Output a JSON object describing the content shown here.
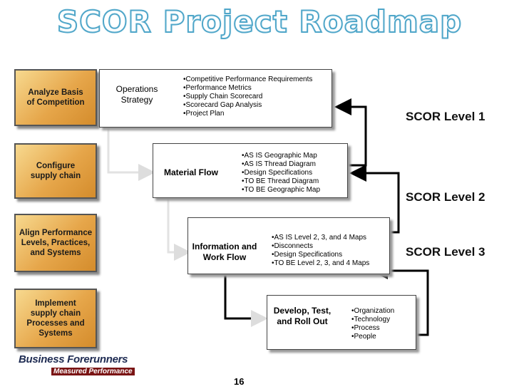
{
  "title": "SCOR Project Roadmap",
  "stages": [
    "Analyze Basis of Competition",
    "Configure supply chain",
    "Align Performance Levels, Practices, and Systems",
    "Implement supply chain Processes and Systems"
  ],
  "steps": [
    {
      "label": "Operations Strategy",
      "bullets": [
        "Competitive Performance Requirements",
        "Performance Metrics",
        "Supply Chain Scorecard",
        "Scorecard Gap Analysis",
        "Project Plan"
      ]
    },
    {
      "label": "Material Flow",
      "bullets": [
        "AS IS Geographic Map",
        "AS IS Thread Diagram",
        "Design Specifications",
        "TO BE Thread Diagram",
        "TO BE Geographic Map"
      ]
    },
    {
      "label": "Information and Work Flow",
      "bullets": [
        "AS IS Level 2, 3, and 4 Maps",
        "Disconnects",
        "Design Specifications",
        "TO BE Level 2, 3, and 4 Maps"
      ]
    },
    {
      "label": "Develop, Test, and Roll Out",
      "bullets": [
        "Organization",
        "Technology",
        "Process",
        "People"
      ]
    }
  ],
  "levels": [
    "SCOR Level 1",
    "SCOR Level 2",
    "SCOR Level 3"
  ],
  "page_number": "16",
  "logo": {
    "name": "Business Forerunners",
    "tagline": "Measured Performance"
  },
  "colors": {
    "title_outline": "#4fa6c9",
    "stage_fill": "#e6a64a"
  }
}
